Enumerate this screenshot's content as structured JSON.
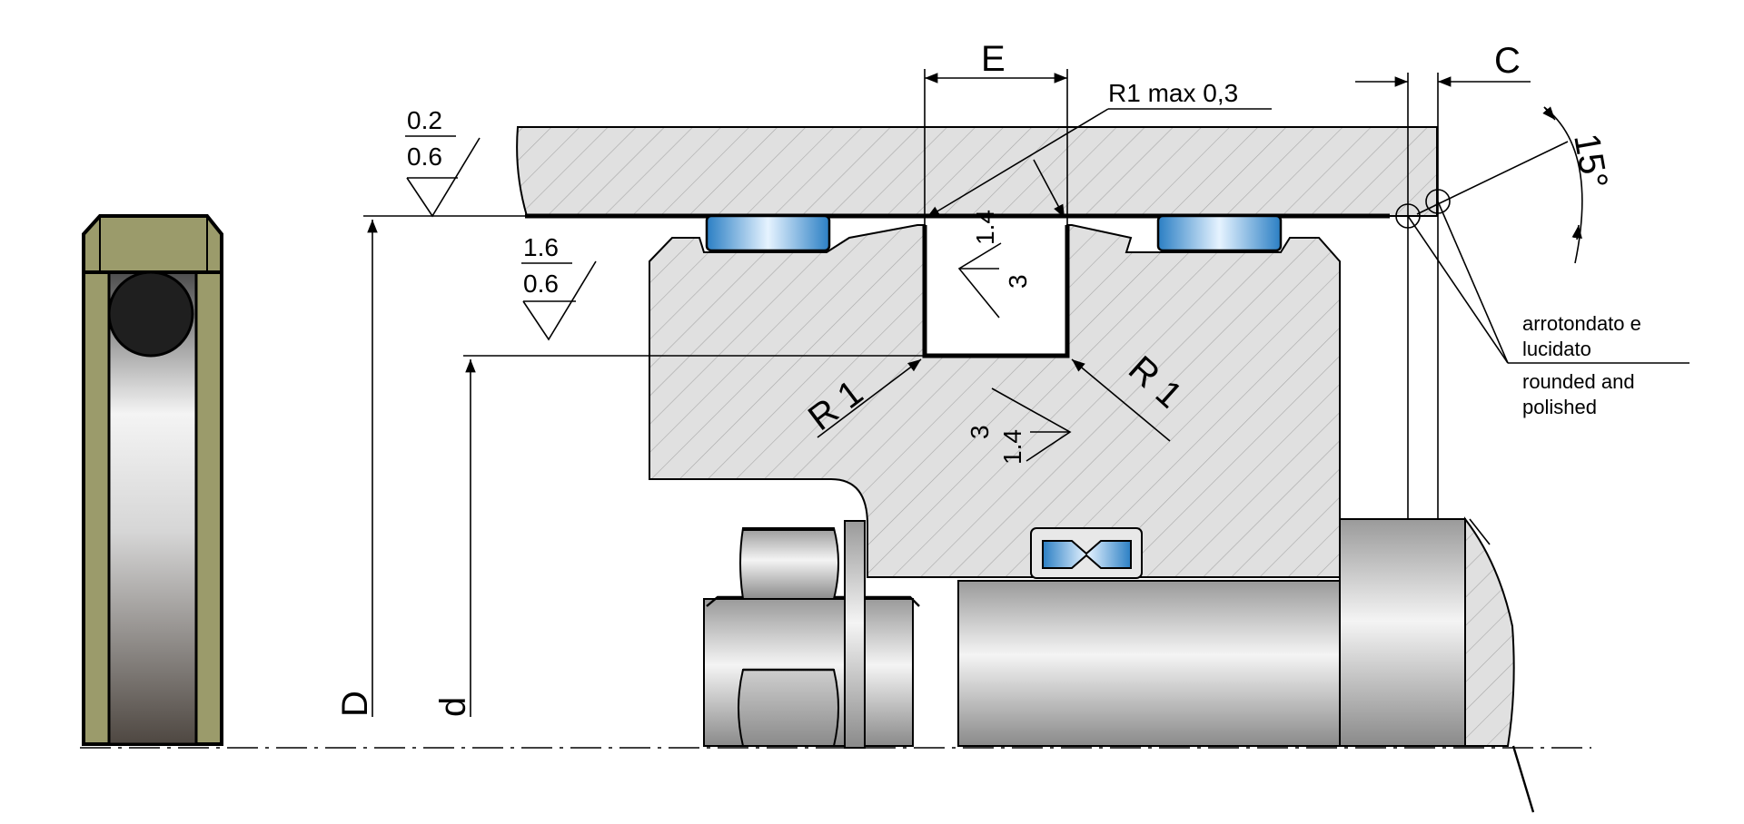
{
  "dimensions": {
    "E": "E",
    "C": "C",
    "D": "D",
    "d": "d",
    "angle": "15°",
    "R_groove": "R1 max 0,3",
    "R_left": "R 1",
    "R_right": "R 1"
  },
  "roughness": {
    "bore_top": "0.2",
    "bore_bottom": "0.6",
    "piston_top": "1.6",
    "piston_bottom": "0.6",
    "groove_flank_top": "1.4",
    "groove_flank_bottom": "3",
    "groove_base_top": "3",
    "groove_base_bottom": "1.4"
  },
  "note": {
    "it_line1": "arrotondato e",
    "it_line2": "lucidato",
    "en_line1": "rounded and",
    "en_line2": "polished"
  },
  "colors": {
    "section_fill": "#e0e0e0",
    "hatch": "#9a9a9a",
    "seal_body": "#9b9b6b",
    "oring": "#1f1f1f",
    "guide_ring": "#4da3d9"
  }
}
